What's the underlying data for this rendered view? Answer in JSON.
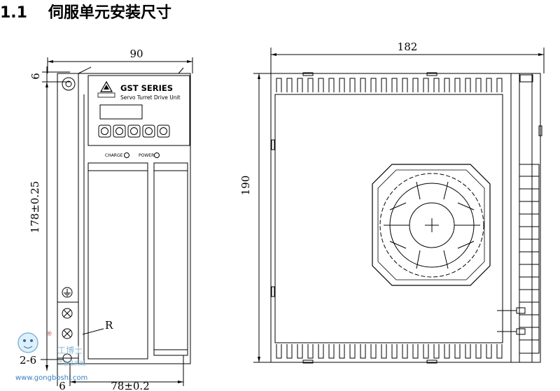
{
  "heading": {
    "number": "1.1",
    "title": "伺服单元安装尺寸"
  },
  "front_view": {
    "width_dim": "90",
    "height_dim": "178±0.25",
    "top_offset_dim": "6",
    "bottom_offset_dim": "6",
    "hole_spacing_dim": "78±0.2",
    "hole_label": "2-6",
    "radius_label": "R",
    "brand_line1": "GST SERIES",
    "brand_line2": "Servo Turret Drive Unit",
    "indicator_charge": "CHARGE",
    "indicator_power": "POWER"
  },
  "side_view": {
    "width_dim": "182",
    "height_dim": "190"
  },
  "watermark": {
    "text": "www.gongboshi.com",
    "symbol": "®",
    "cn_text": "工博士",
    "cn_sub": "工业品商城"
  }
}
